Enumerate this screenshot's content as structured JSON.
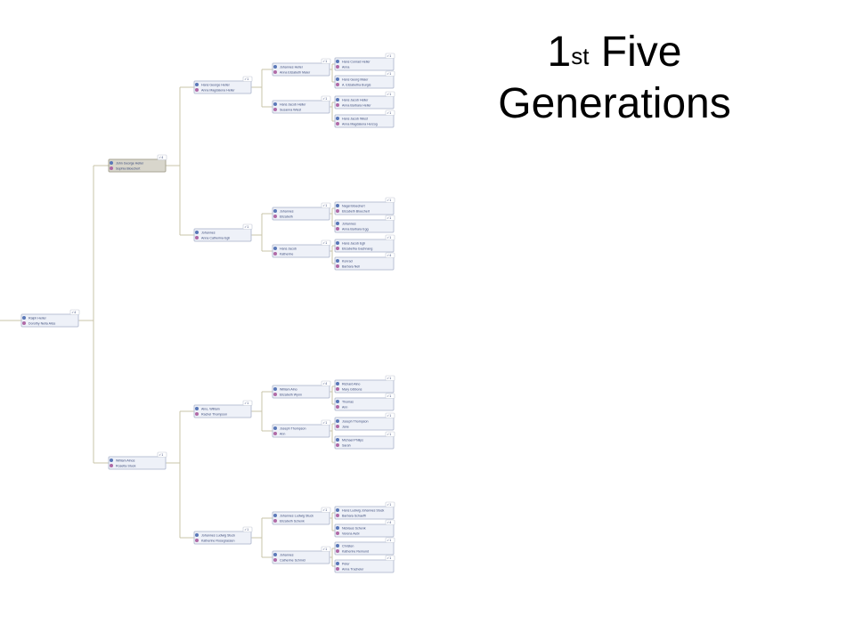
{
  "title": {
    "pre": "1",
    "sup": "st",
    "post": " Five",
    "line2": "Generations"
  },
  "tree": {
    "root": {
      "h": "Ralph Heller",
      "w": "Dorothy Nella Alice",
      "badge": "4"
    },
    "g1": [
      {
        "h": "John George Heller",
        "w": "Sophia Bloechert",
        "badge": "4",
        "highlight": true
      },
      {
        "h": "William Alnos",
        "w": "Rosetta Stuck",
        "badge": "1"
      }
    ],
    "g2": [
      {
        "h": "Hans George Heller",
        "w": "Anna Magdalena Heller",
        "badge": "1"
      },
      {
        "h": "Johannes",
        "w": "Anna Catherina Egli",
        "badge": "1"
      },
      {
        "h": "Alno, William",
        "w": "Rachel Thompson",
        "badge": "1"
      },
      {
        "h": "Johannes Ludwig Stuck",
        "w": "Katherine Rosegrassen",
        "badge": "1"
      }
    ],
    "g3": [
      {
        "h": "Johannes Heller",
        "w": "Anna Elizabeth Maier",
        "badge": "1"
      },
      {
        "h": "Hans Jacob Heller",
        "w": "Susanna Wiest",
        "badge": "1"
      },
      {
        "h": "Johannes",
        "w": "Elizabeth",
        "badge": "1"
      },
      {
        "h": "Hans Jacob",
        "w": "Katherine",
        "badge": "1"
      },
      {
        "h": "William Alno",
        "w": "Elizabeth Wynn",
        "badge": "4"
      },
      {
        "h": "Joseph Thompson",
        "w": "Ann",
        "badge": "1"
      },
      {
        "h": "Johannes Ludwig Stuck",
        "w": "Elizabeth Schenk",
        "badge": "1"
      },
      {
        "h": "Johannes",
        "w": "Catherine Schmid",
        "badge": "1"
      }
    ],
    "g4": [
      {
        "h": "Hans Conrad Heller",
        "w": "Anna",
        "badge": "1"
      },
      {
        "h": "Hans Georg Maier",
        "w": "A. Elizabetha Burgis",
        "badge": "1"
      },
      {
        "h": "Hans Jacob Heller",
        "w": "Anna Barbara Heller",
        "badge": "1"
      },
      {
        "h": "Hans Jacob Wiest",
        "w": "Anna Magdalena Herzog",
        "badge": "1"
      },
      {
        "h": "Nagel Bloechert",
        "w": "Elizabeth Bloechert",
        "badge": "1"
      },
      {
        "h": "Johannes",
        "w": "Anna Barbara Egg",
        "badge": "1"
      },
      {
        "h": "Hans Jacob Egli",
        "w": "Elizabetha Gachnang",
        "badge": "1"
      },
      {
        "h": "Konrad",
        "w": "Barbara Nell",
        "badge": "4"
      },
      {
        "h": "Richard Alno",
        "w": "Mary Gibbons",
        "badge": "1"
      },
      {
        "h": "Thomas",
        "w": "Ann",
        "badge": "1"
      },
      {
        "h": "Joseph Thompson",
        "w": "Jane",
        "badge": "1"
      },
      {
        "h": "Michael Philips",
        "w": "Sarah",
        "badge": "1"
      },
      {
        "h": "Hans Ludwig Johannes Stuck",
        "w": "Barbara Schaeffl",
        "badge": "1"
      },
      {
        "h": "Nicklaus Schenk",
        "w": "Verena Aebi",
        "badge": "4"
      },
      {
        "h": "Christen",
        "w": "Katherine Remund",
        "badge": "1"
      },
      {
        "h": "Peter",
        "w": "Anna Tracheler",
        "badge": "1"
      }
    ]
  }
}
